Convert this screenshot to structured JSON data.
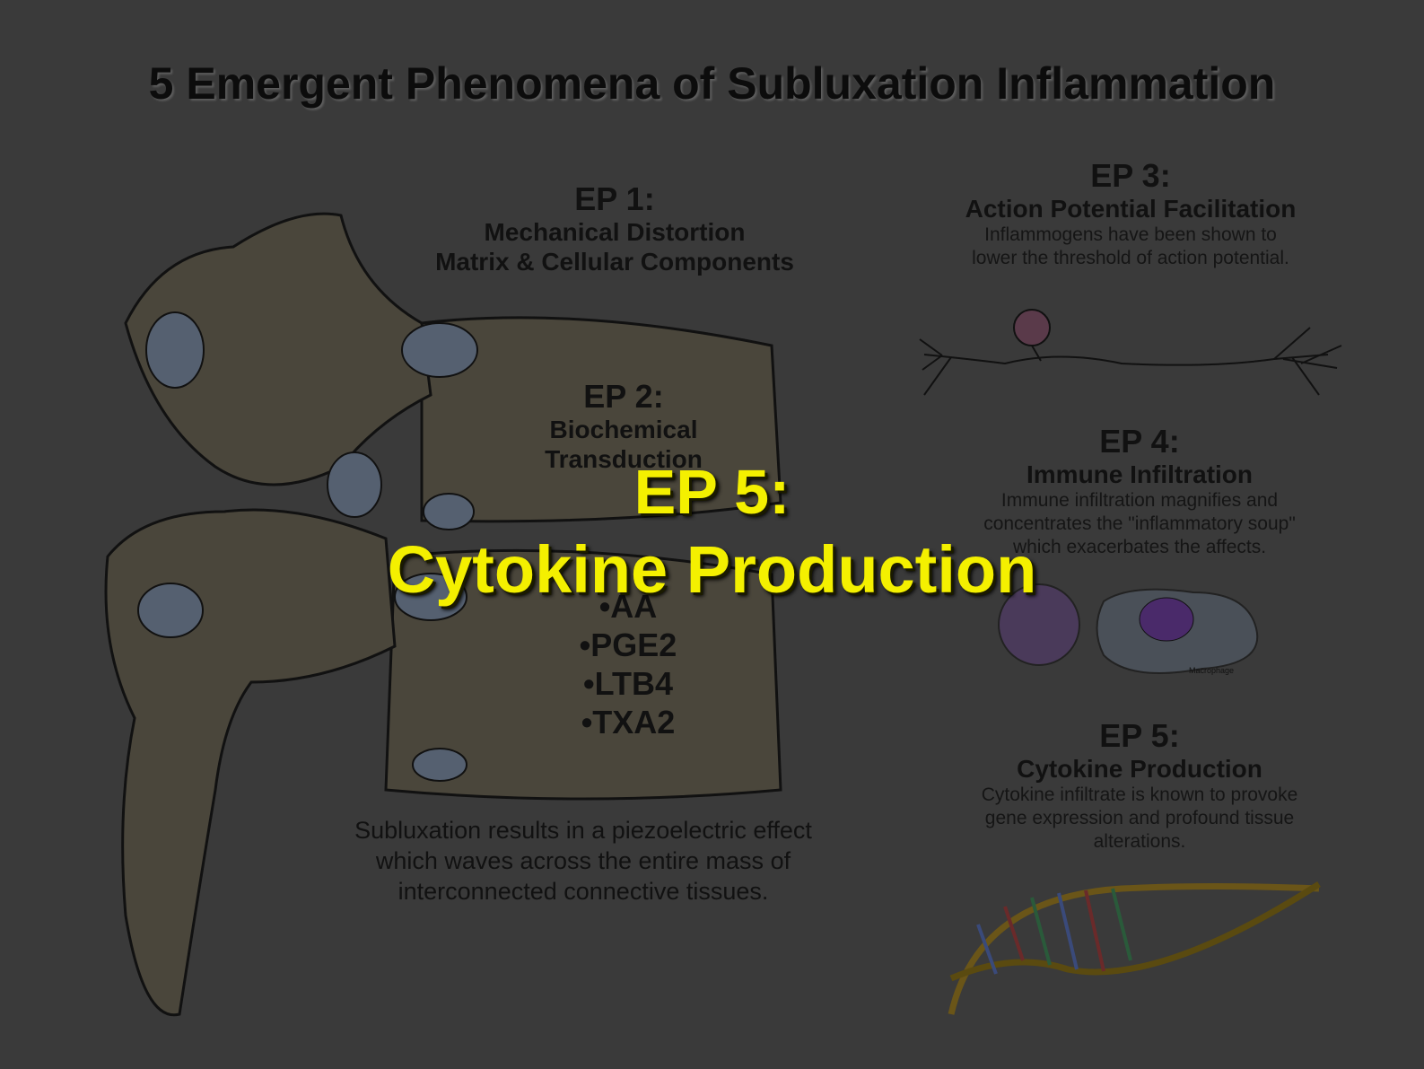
{
  "title": "5 Emergent Phenomena of Subluxation Inflammation",
  "ep1": {
    "heading": "EP 1:",
    "line1": "Mechanical Distortion",
    "line2": "Matrix & Cellular Components"
  },
  "ep2": {
    "heading": "EP 2:",
    "line1": "Biochemical",
    "line2": "Transduction",
    "bullets": [
      "•AA",
      "•PGE2",
      "•LTB4",
      "•TXA2"
    ]
  },
  "ep3": {
    "heading": "EP 3:",
    "subtitle": "Action Potential Facilitation",
    "desc1": "Inflammogens have been shown to",
    "desc2": "lower the threshold of action potential."
  },
  "ep4": {
    "heading": "EP 4:",
    "subtitle": "Immune Infiltration",
    "desc1": "Immune infiltration magnifies and",
    "desc2": "concentrates the \"inflammatory soup\"",
    "desc3": "which exacerbates the affects.",
    "cell_label": "Macrophage"
  },
  "ep5": {
    "heading": "EP 5:",
    "subtitle": "Cytokine Production",
    "desc1": "Cytokine infiltrate is known to provoke",
    "desc2": "gene expression and profound tissue",
    "desc3": "alterations."
  },
  "piezo": {
    "line1": "Subluxation results in a piezoelectric effect",
    "line2": "which waves across the entire mass of",
    "line3": "interconnected connective tissues."
  },
  "overlay": {
    "line1": "EP 5:",
    "line2": "Cytokine Production"
  },
  "colors": {
    "overlay_text": "#f4f000",
    "slide_bg": "#3a3a3a",
    "bone": "#4a463b"
  }
}
